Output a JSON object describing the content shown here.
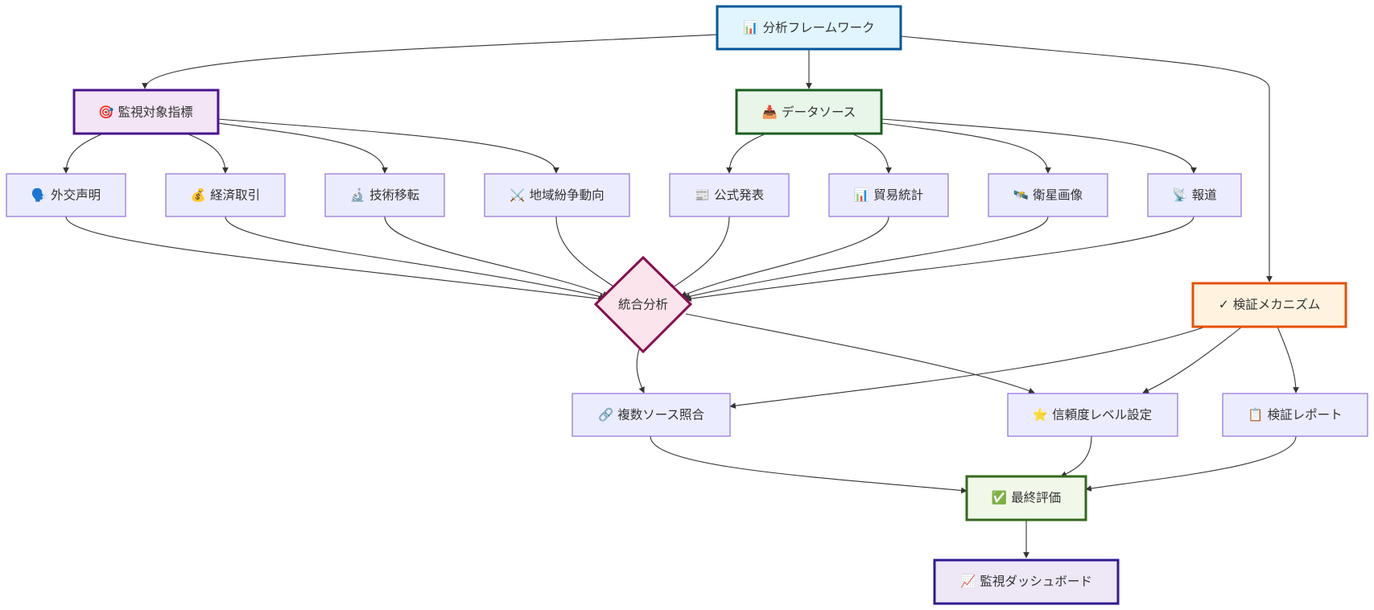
{
  "nodes": {
    "framework": {
      "icon": "📊",
      "label": "分析フレームワーク",
      "fill": "#e1f5fe",
      "stroke": "#01579b"
    },
    "targets": {
      "icon": "🎯",
      "label": "監視対象指標",
      "fill": "#f3e5f5",
      "stroke": "#4a148c"
    },
    "datasources": {
      "icon": "📥",
      "label": "データソース",
      "fill": "#e8f5e9",
      "stroke": "#1b5e20"
    },
    "diplomatic": {
      "icon": "🗣️",
      "label": "外交声明"
    },
    "economic": {
      "icon": "💰",
      "label": "経済取引"
    },
    "tech": {
      "icon": "🔬",
      "label": "技術移転"
    },
    "conflict": {
      "icon": "⚔️",
      "label": "地域紛争動向"
    },
    "official": {
      "icon": "📰",
      "label": "公式発表"
    },
    "trade": {
      "icon": "📊",
      "label": "貿易統計"
    },
    "satellite": {
      "icon": "🛰️",
      "label": "衛星画像"
    },
    "reports": {
      "icon": "📡",
      "label": "報道"
    },
    "integrated": {
      "icon": "",
      "label": "統合分析",
      "fill": "#fce4ec",
      "stroke": "#880e4f"
    },
    "verification": {
      "icon": "✓",
      "label": "検証メカニズム",
      "fill": "#fff3e0",
      "stroke": "#e65100"
    },
    "crosscheck": {
      "icon": "🔗",
      "label": "複数ソース照合"
    },
    "confidence": {
      "icon": "⭐",
      "label": "信頼度レベル設定"
    },
    "verifyreport": {
      "icon": "📋",
      "label": "検証レポート"
    },
    "final": {
      "icon": "✅",
      "label": "最終評価",
      "fill": "#f1f8e9",
      "stroke": "#33691e"
    },
    "dashboard": {
      "icon": "📈",
      "label": "監視ダッシュボード",
      "fill": "#ede7f6",
      "stroke": "#311b92"
    }
  },
  "default_style": {
    "fill": "#ececff",
    "stroke": "#9370db"
  },
  "edges": [
    [
      "framework",
      "targets"
    ],
    [
      "framework",
      "datasources"
    ],
    [
      "framework",
      "verification"
    ],
    [
      "targets",
      "diplomatic"
    ],
    [
      "targets",
      "economic"
    ],
    [
      "targets",
      "tech"
    ],
    [
      "targets",
      "conflict"
    ],
    [
      "datasources",
      "official"
    ],
    [
      "datasources",
      "trade"
    ],
    [
      "datasources",
      "satellite"
    ],
    [
      "datasources",
      "reports"
    ],
    [
      "diplomatic",
      "integrated"
    ],
    [
      "economic",
      "integrated"
    ],
    [
      "tech",
      "integrated"
    ],
    [
      "conflict",
      "integrated"
    ],
    [
      "official",
      "integrated"
    ],
    [
      "trade",
      "integrated"
    ],
    [
      "satellite",
      "integrated"
    ],
    [
      "reports",
      "integrated"
    ],
    [
      "integrated",
      "crosscheck"
    ],
    [
      "integrated",
      "confidence"
    ],
    [
      "verification",
      "crosscheck"
    ],
    [
      "verification",
      "confidence"
    ],
    [
      "verification",
      "verifyreport"
    ],
    [
      "crosscheck",
      "final"
    ],
    [
      "confidence",
      "final"
    ],
    [
      "verifyreport",
      "final"
    ],
    [
      "final",
      "dashboard"
    ]
  ]
}
